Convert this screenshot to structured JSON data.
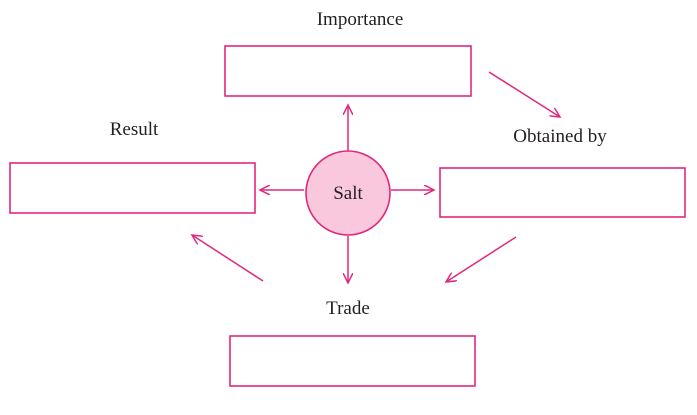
{
  "diagram": {
    "center": {
      "label": "Salt"
    },
    "nodes": {
      "importance": {
        "label": "Importance",
        "answer": ""
      },
      "obtained_by": {
        "label": "Obtained by",
        "answer": ""
      },
      "trade": {
        "label": "Trade",
        "answer": ""
      },
      "result": {
        "label": "Result",
        "answer": ""
      }
    },
    "colors": {
      "accent": "#e0287d",
      "hub_fill": "#f9c8dd",
      "text": "#231f20"
    }
  }
}
